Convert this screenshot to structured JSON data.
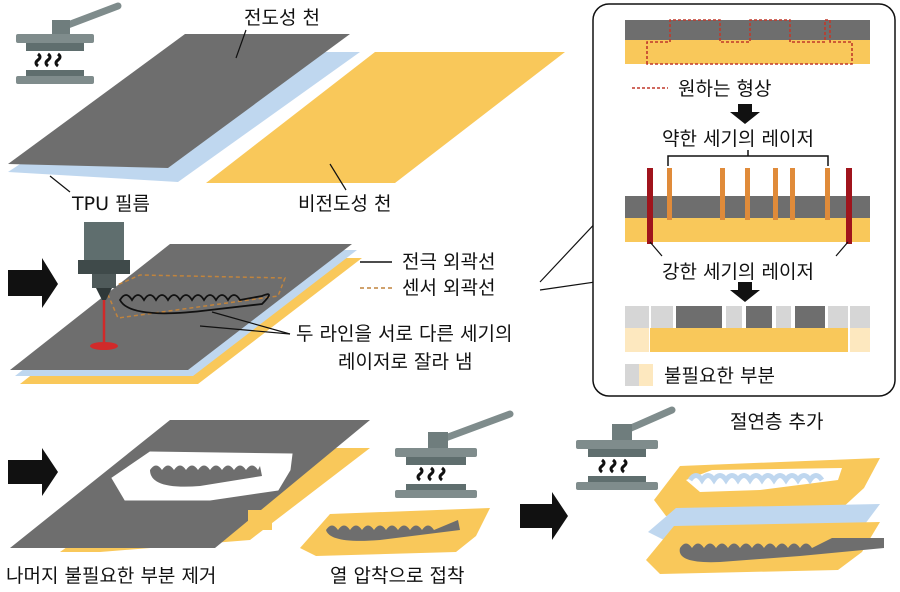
{
  "labels": {
    "conductive_fabric": "전도성 천",
    "tpu_film": "TPU 필름",
    "nonconductive_fabric": "비전도성 천",
    "electrode_outline": "전극 외곽선",
    "sensor_outline": "센서 외곽선",
    "laser_cut_line1": "두 라인을 서로 다른 세기의",
    "laser_cut_line2": "레이저로 잘라 냄",
    "remove_unnecessary": "나머지 불필요한 부분 제거",
    "heat_press": "열 압착으로 접착",
    "add_insulation": "절연층 추가"
  },
  "inset": {
    "desired_shape": "원하는 형상",
    "weak_laser": "약한 세기의 레이저",
    "strong_laser": "강한 세기의 레이저",
    "unnecessary_part": "불필요한 부분"
  },
  "colors": {
    "conductive": "#6e6e6e",
    "tpu": "#bfd7ef",
    "nonconductive": "#f9c85a",
    "weak_laser": "#e08b3a",
    "strong_laser": "#a0141c",
    "dashed_shape": "#c0392b",
    "unnecessary_gray": "#d6d6d6",
    "unnecessary_yellow": "#fde8bf",
    "press_body": "#5f6e6e",
    "press_plate": "#7f8c8c"
  }
}
